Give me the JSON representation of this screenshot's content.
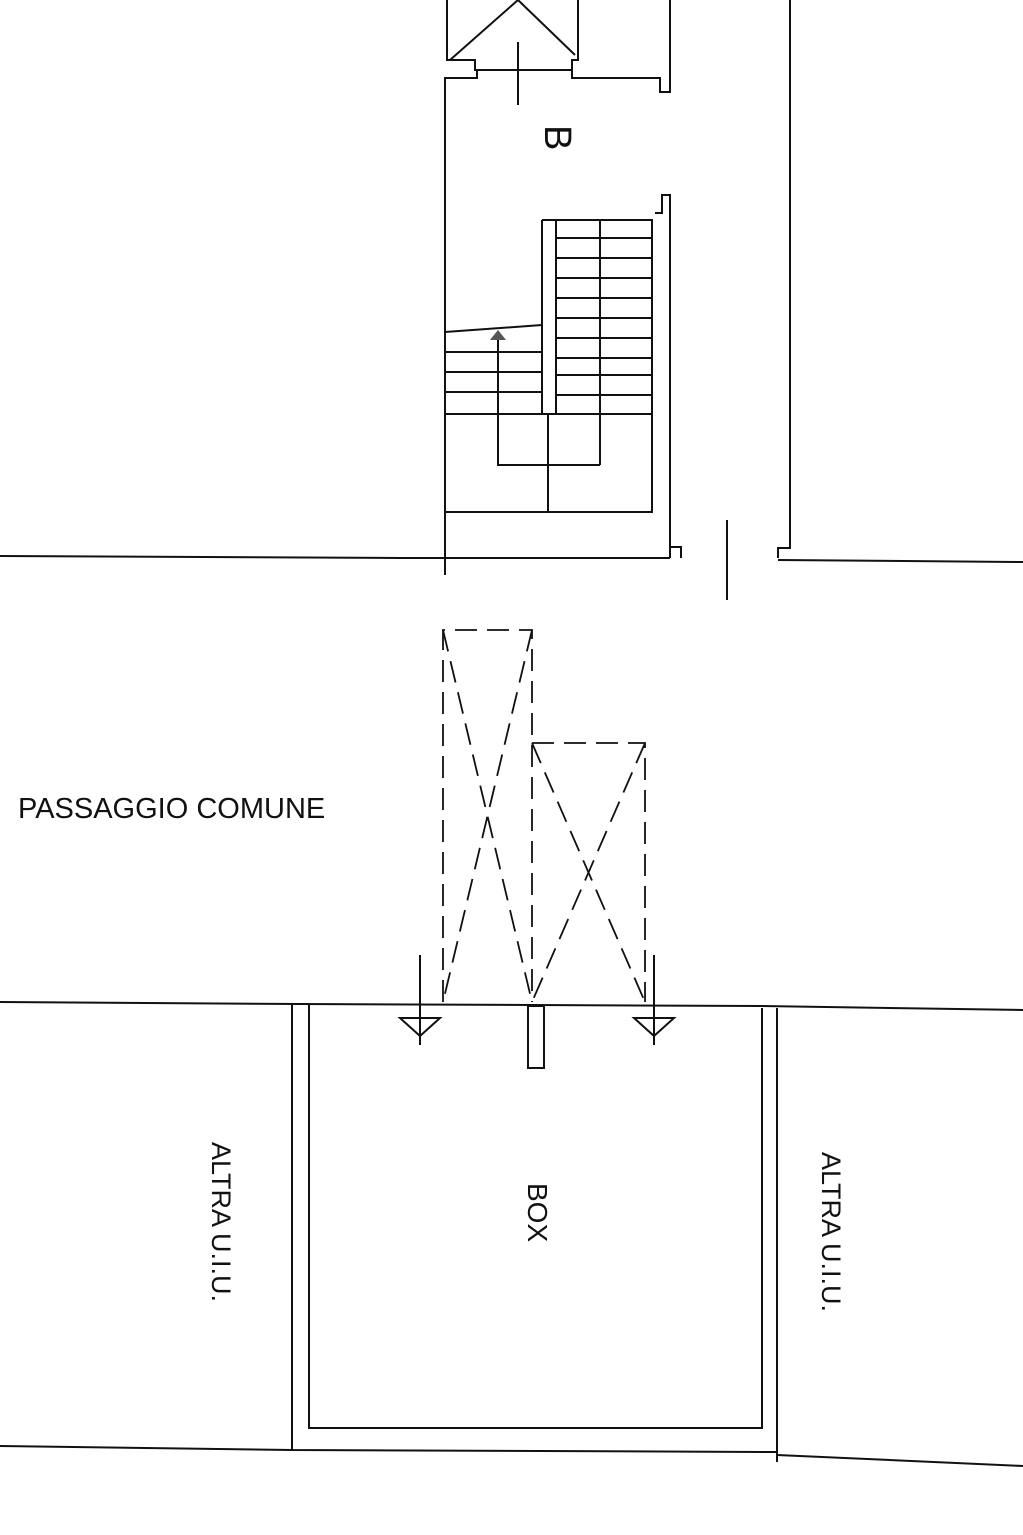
{
  "labels": {
    "stair_block": "B",
    "common_passage": "PASSAGGIO COMUNE",
    "box": "BOX",
    "other_unit_left": "ALTRA U.I.U.",
    "other_unit_right": "ALTRA U.I.U."
  },
  "colors": {
    "line": "#111111",
    "background": "#ffffff"
  }
}
